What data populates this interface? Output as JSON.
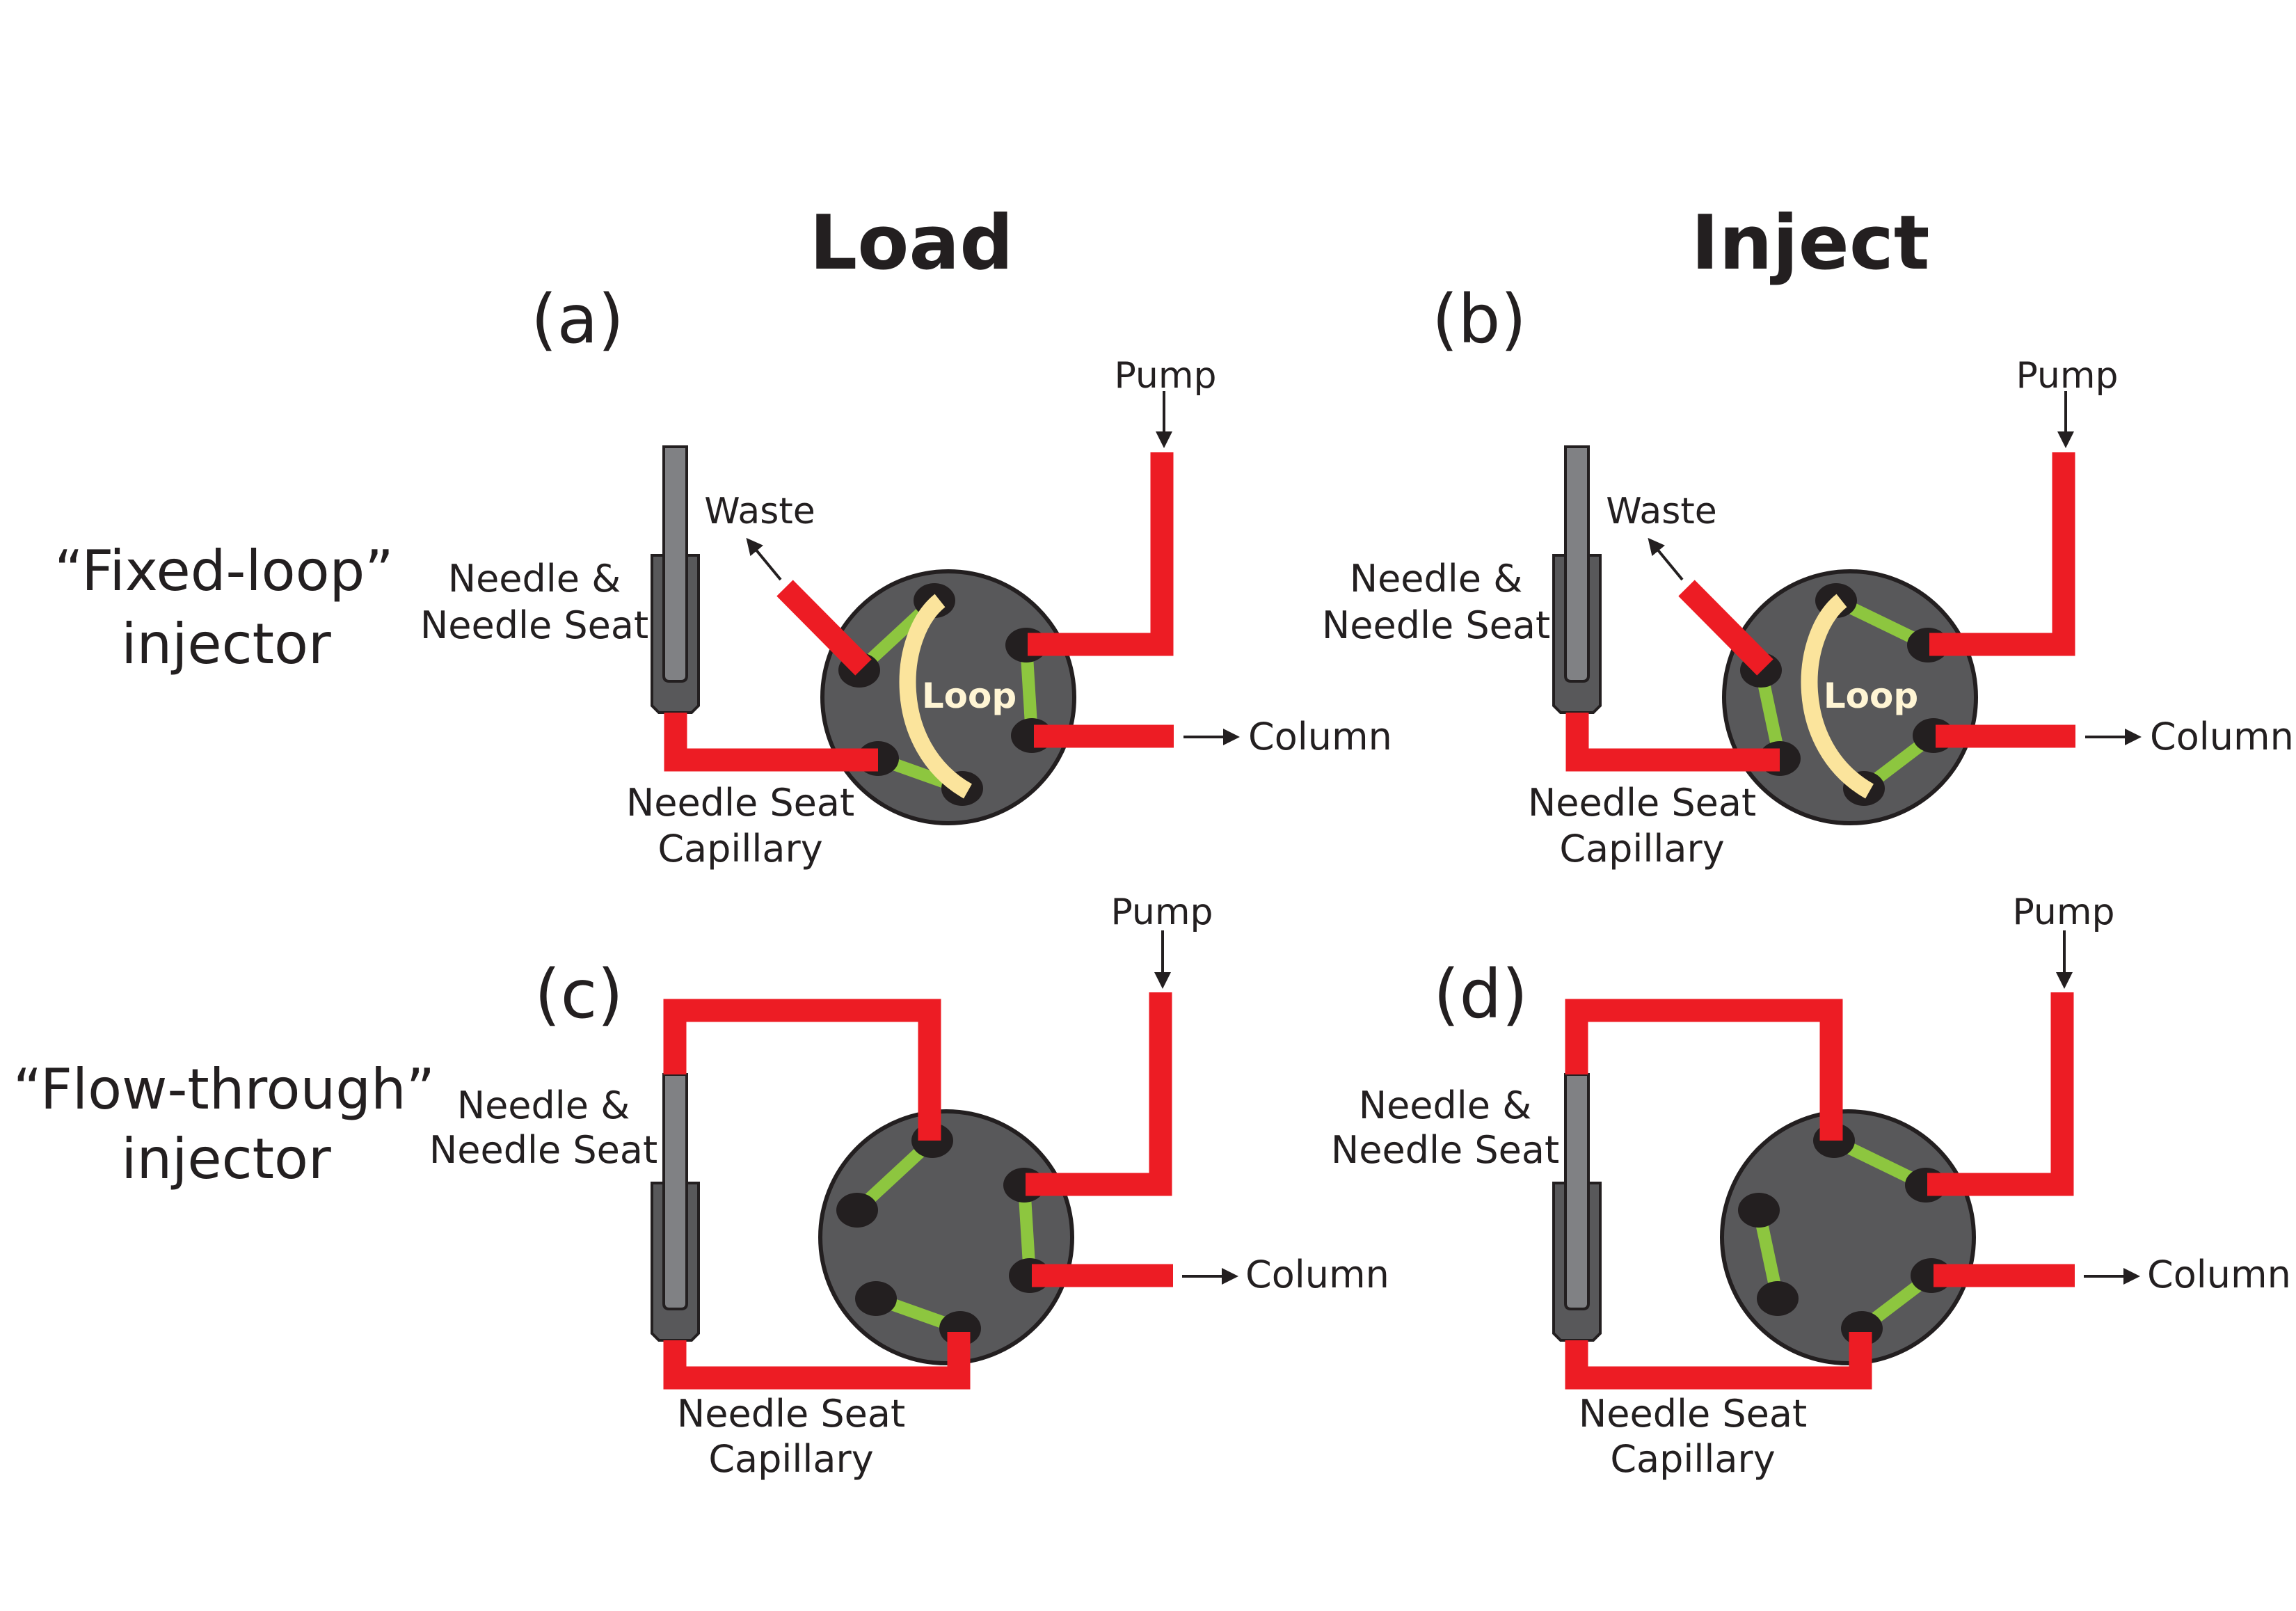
{
  "colors": {
    "tubing": "#ed1c24",
    "valve_body": "#58585a",
    "valve_outline": "#231f20",
    "port": "#231f20",
    "groove": "#8dc63f",
    "loop": "#fbe49c",
    "loop_text": "#fff5d4",
    "needle": "#808184",
    "needle_seat": "#58585a",
    "text": "#231f20"
  },
  "columns": {
    "load": "Load",
    "inject": "Inject"
  },
  "rows": {
    "fixed_loop": {
      "line1": "“Fixed-loop”",
      "line2": "injector"
    },
    "flow_through": {
      "line1": "“Flow-through”",
      "line2": "injector"
    }
  },
  "panels": {
    "a": {
      "tag": "(a)",
      "mode": "Load",
      "injector": "Fixed-loop",
      "needle_line1": "Needle &",
      "needle_line2": "Needle Seat",
      "capillary_line1": "Needle Seat",
      "capillary_line2": "Capillary",
      "waste": "Waste",
      "pump": "Pump",
      "column": "Column",
      "loop": "Loop",
      "grooves": [
        [
          "top",
          "upper_left"
        ],
        [
          "lower_left",
          "bottom"
        ],
        [
          "upper_right",
          "lower_right"
        ]
      ]
    },
    "b": {
      "tag": "(b)",
      "mode": "Inject",
      "injector": "Fixed-loop",
      "needle_line1": "Needle &",
      "needle_line2": "Needle Seat",
      "capillary_line1": "Needle Seat",
      "capillary_line2": "Capillary",
      "waste": "Waste",
      "pump": "Pump",
      "column": "Column",
      "loop": "Loop",
      "grooves": [
        [
          "top",
          "upper_right"
        ],
        [
          "upper_left",
          "lower_left"
        ],
        [
          "bottom",
          "lower_right"
        ]
      ]
    },
    "c": {
      "tag": "(c)",
      "mode": "Load",
      "injector": "Flow-through",
      "needle_line1": "Needle &",
      "needle_line2": "Needle Seat",
      "capillary_line1": "Needle Seat",
      "capillary_line2": "Capillary",
      "pump": "Pump",
      "column": "Column",
      "grooves": [
        [
          "top",
          "upper_left"
        ],
        [
          "lower_left",
          "bottom"
        ],
        [
          "upper_right",
          "lower_right"
        ]
      ]
    },
    "d": {
      "tag": "(d)",
      "mode": "Inject",
      "injector": "Flow-through",
      "needle_line1": "Needle &",
      "needle_line2": "Needle Seat",
      "capillary_line1": "Needle Seat",
      "capillary_line2": "Capillary",
      "pump": "Pump",
      "column": "Column",
      "grooves": [
        [
          "top",
          "upper_right"
        ],
        [
          "upper_left",
          "lower_left"
        ],
        [
          "bottom",
          "lower_right"
        ]
      ]
    }
  }
}
